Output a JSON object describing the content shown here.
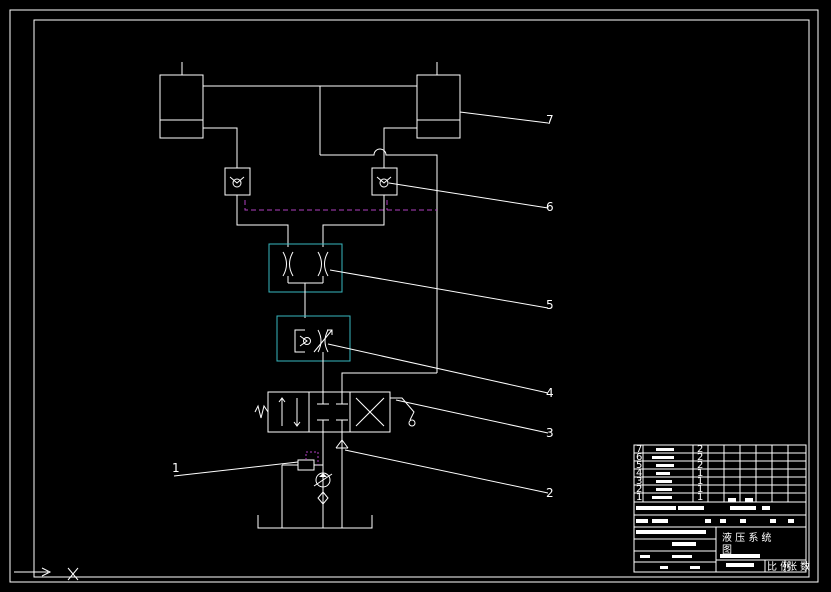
{
  "drawing": {
    "title_cn": "液 压 系 统",
    "title_suffix": "图",
    "callouts": [
      {
        "id": "c1",
        "label": "1"
      },
      {
        "id": "c2",
        "label": "2"
      },
      {
        "id": "c3",
        "label": "3"
      },
      {
        "id": "c4",
        "label": "4"
      },
      {
        "id": "c5",
        "label": "5"
      },
      {
        "id": "c6",
        "label": "6"
      },
      {
        "id": "c7",
        "label": "7"
      }
    ],
    "bom_numbers": [
      "7",
      "6",
      "5",
      "4",
      "3",
      "2",
      "1"
    ],
    "bom_qty": [
      "2",
      "2",
      "2",
      "1",
      "1",
      "1",
      "1"
    ],
    "scale_left": "比 例",
    "scale_right": "张 数"
  },
  "colors": {
    "background": "#000000",
    "line": "#ffffff",
    "valve_box": "#38b8c0",
    "pilot_line": "#b040c0"
  }
}
